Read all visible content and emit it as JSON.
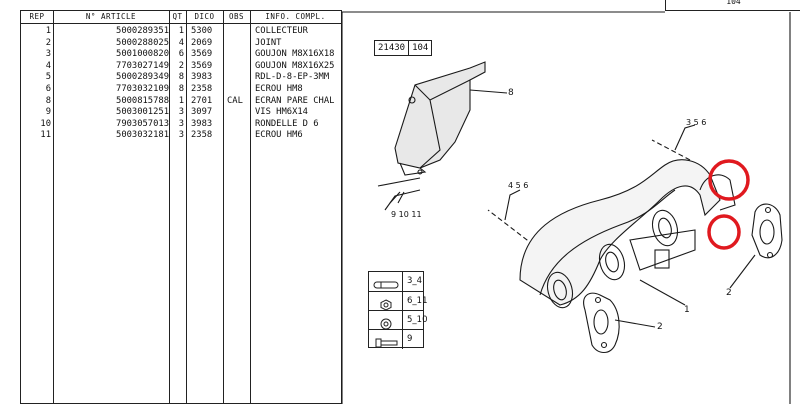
{
  "table": {
    "headers": {
      "rep": "REP",
      "article": "N° ARTICLE",
      "qt": "QT",
      "dico": "DICO",
      "obs": "OBS",
      "info": "INFO. COMPL."
    },
    "rows": [
      {
        "rep": "1",
        "article": "5000289351",
        "qt": "1",
        "dico": "5300",
        "obs": "",
        "info": "COLLECTEUR"
      },
      {
        "rep": "2",
        "article": "5000288025",
        "qt": "4",
        "dico": "2069",
        "obs": "",
        "info": "JOINT"
      },
      {
        "rep": "3",
        "article": "5001000820",
        "qt": "6",
        "dico": "3569",
        "obs": "",
        "info": "GOUJON M8X16X18"
      },
      {
        "rep": "4",
        "article": "7703027149",
        "qt": "2",
        "dico": "3569",
        "obs": "",
        "info": "GOUJON M8X16X25"
      },
      {
        "rep": "5",
        "article": "5000289349",
        "qt": "8",
        "dico": "3983",
        "obs": "",
        "info": "RDL-D-8-EP-3MM"
      },
      {
        "rep": "6",
        "article": "7703032109",
        "qt": "8",
        "dico": "2358",
        "obs": "",
        "info": "ECROU HM8"
      },
      {
        "rep": "8",
        "article": "5000815788",
        "qt": "1",
        "dico": "2701",
        "obs": "CAL",
        "info": "ECRAN PARE CHAL"
      },
      {
        "rep": "9",
        "article": "5003001251",
        "qt": "3",
        "dico": "3097",
        "obs": "",
        "info": "VIS HM6X14"
      },
      {
        "rep": "10",
        "article": "7903057013",
        "qt": "3",
        "dico": "3983",
        "obs": "",
        "info": "RONDELLE D 6"
      },
      {
        "rep": "11",
        "article": "5003032181",
        "qt": "3",
        "dico": "2358",
        "obs": "",
        "info": "ECROU HM6"
      }
    ]
  },
  "diagram": {
    "ref_code": "21430",
    "ref_page": "104",
    "corner_page": "104",
    "callouts": {
      "c8": "8",
      "c9_10_11": "9 10 11",
      "c4_5_6": "4 5 6",
      "c3_5_6": "3 5 6",
      "c1": "1",
      "c2a": "2",
      "c2b": "2"
    },
    "legend": [
      {
        "label": "3_4",
        "icon": "stud-icon"
      },
      {
        "label": "6_11",
        "icon": "nut-icon"
      },
      {
        "label": "5_10",
        "icon": "washer-icon"
      },
      {
        "label": "9",
        "icon": "bolt-icon"
      }
    ],
    "highlight_color": "#e0191f"
  }
}
